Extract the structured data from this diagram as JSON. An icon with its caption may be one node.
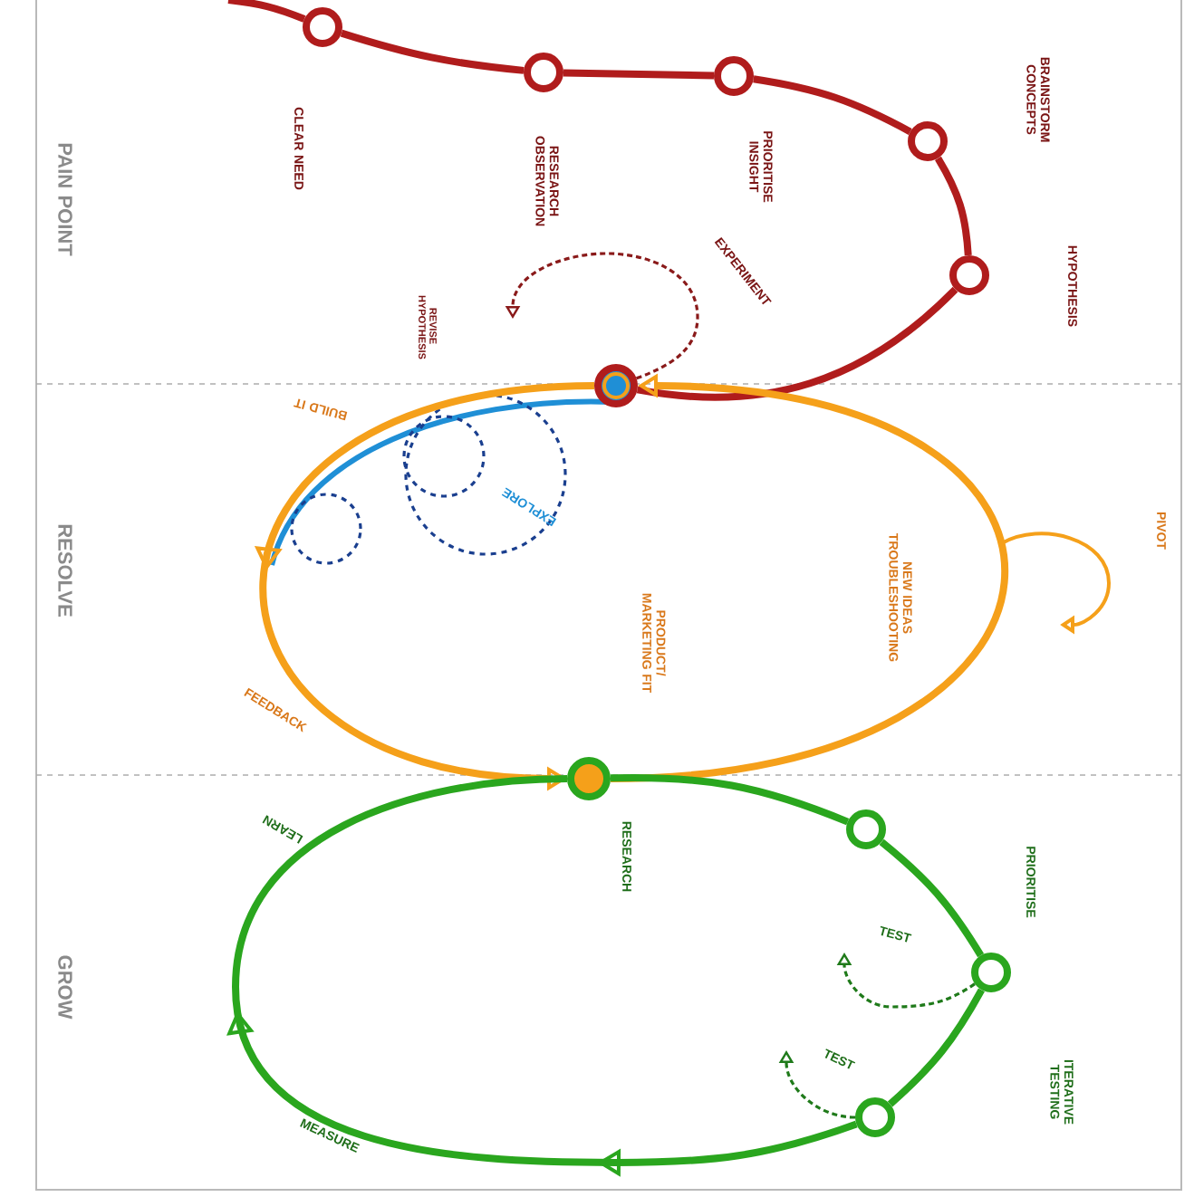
{
  "diagram": {
    "nodes": [
      {
        "text": [],
        "shape": "circle"
      },
      {
        "text": [],
        "shape": "circle",
        "beside": [
          "RESEARCH OBSERVATION"
        ]
      },
      {
        "text": [],
        "shape": "circle",
        "beside": [
          "PRIORITISE INSIGHT"
        ]
      },
      {
        "text": [],
        "shape": "circle"
      },
      {
        "text": [],
        "shape": "circle"
      },
      {
        "text": [],
        "shape": "circle"
      },
      {
        "text": [],
        "shape": "circle",
        "beside": [
          "RESEARCH"
        ]
      },
      {
        "text": [],
        "shape": "circle"
      },
      {
        "text": [],
        "shape": "circle",
        "beside": [
          "PRIORITISE"
        ]
      },
      {
        "text": [],
        "shape": "circle"
      }
    ],
    "edges": [
      {
        "from": null,
        "to": 0,
        "arrow": "none",
        "color": "#b01c1c"
      },
      {
        "from": 0,
        "to": 1,
        "arrow": "none",
        "color": "#b01c1c"
      },
      {
        "from": 1,
        "to": 2,
        "arrow": "none",
        "color": "#b01c1c"
      },
      {
        "from": 2,
        "to": 3,
        "arrow": "none",
        "color": "#b01c1c"
      },
      {
        "from": 3,
        "to": 4,
        "arrow": "none",
        "color": "#b01c1c"
      },
      {
        "from": 4,
        "to": 5,
        "arrow": "none",
        "color": "#b01c1c"
      },
      {
        "from": 5,
        "to": null,
        "arrow": "to",
        "style": "dashed",
        "color": "#8a1a1a",
        "label": "EXPERIMENT"
      },
      {
        "from": 5,
        "to": 6,
        "arrow": "to",
        "color": "#f5a01a"
      },
      {
        "from": 6,
        "to": 5,
        "arrow": "to",
        "color": "#f5a01a"
      },
      {
        "from": 6,
        "to": 7,
        "arrow": "none",
        "color": "#2aa61e"
      },
      {
        "from": 7,
        "to": 8,
        "arrow": "none",
        "color": "#2aa61e"
      },
      {
        "from": 8,
        "to": 9,
        "arrow": "none",
        "color": "#2aa61e"
      },
      {
        "from": 9,
        "to": 6,
        "arrow": "to",
        "color": "#2aa61e"
      },
      {
        "from": 8,
        "to": null,
        "arrow": "to",
        "style": "dashed",
        "color": "#1f7a1a",
        "label": "TEST"
      },
      {
        "from": 9,
        "to": null,
        "arrow": "to",
        "style": "dashed",
        "color": "#1f7a1a",
        "label": "TEST"
      }
    ],
    "labels": [
      "PAIN POINT",
      "CLEAR NEED",
      "BRAINSTORM CONCEPTS",
      "HYPOTHESIS",
      "REVISE HYPOTHESIS",
      "BUILD IT",
      "EXPLORE",
      "RESOLVE",
      "NEW IDEAS TROUBLESHOOTING",
      "PRODUCT/ MARKETING FIT",
      "PIVOT",
      "FEEDBACK",
      "LEARN",
      "GROW",
      "ITERATIVE TESTING",
      "MEASURE"
    ]
  }
}
